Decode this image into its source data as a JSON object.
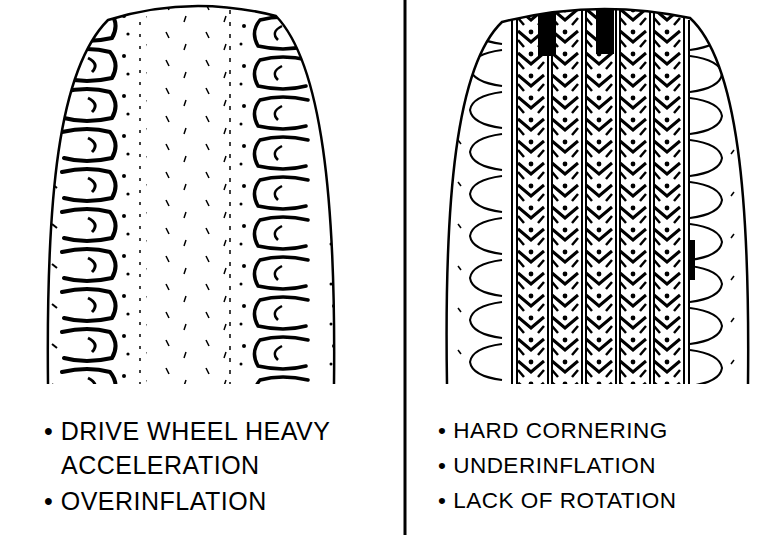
{
  "diagram": {
    "labels": [
      "• DRIVE WHEEL HEAVY ACCELERATION",
      "• OVERINFLATION",
      "• HARD CORNERING",
      "• UNDERINFLATION",
      "• LACK OF ROTATION"
    ]
  }
}
